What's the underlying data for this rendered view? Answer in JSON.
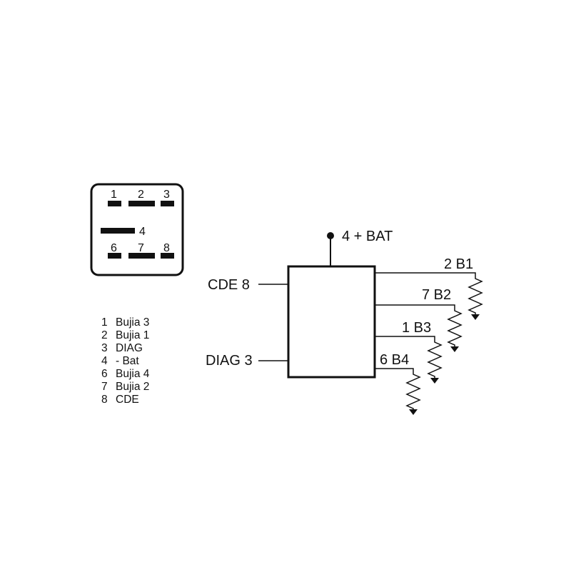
{
  "colors": {
    "ink": "#111111",
    "background": "#ffffff"
  },
  "connector": {
    "pins": [
      "1",
      "2",
      "3",
      "4",
      "6",
      "7",
      "8"
    ]
  },
  "legend": [
    {
      "num": "1",
      "label": "Bujia 3"
    },
    {
      "num": "2",
      "label": "Bujia 1"
    },
    {
      "num": "3",
      "label": "DIAG"
    },
    {
      "num": "4",
      "label": "- Bat"
    },
    {
      "num": "6",
      "label": "Bujia 4"
    },
    {
      "num": "7",
      "label": "Bujia 2"
    },
    {
      "num": "8",
      "label": "CDE"
    }
  ],
  "schematic": {
    "top_terminal": "4 + BAT",
    "left_inputs": [
      "CDE 8",
      "DIAG 3"
    ],
    "outputs": [
      "2 B1",
      "7 B2",
      "1 B3",
      "6 B4"
    ]
  }
}
